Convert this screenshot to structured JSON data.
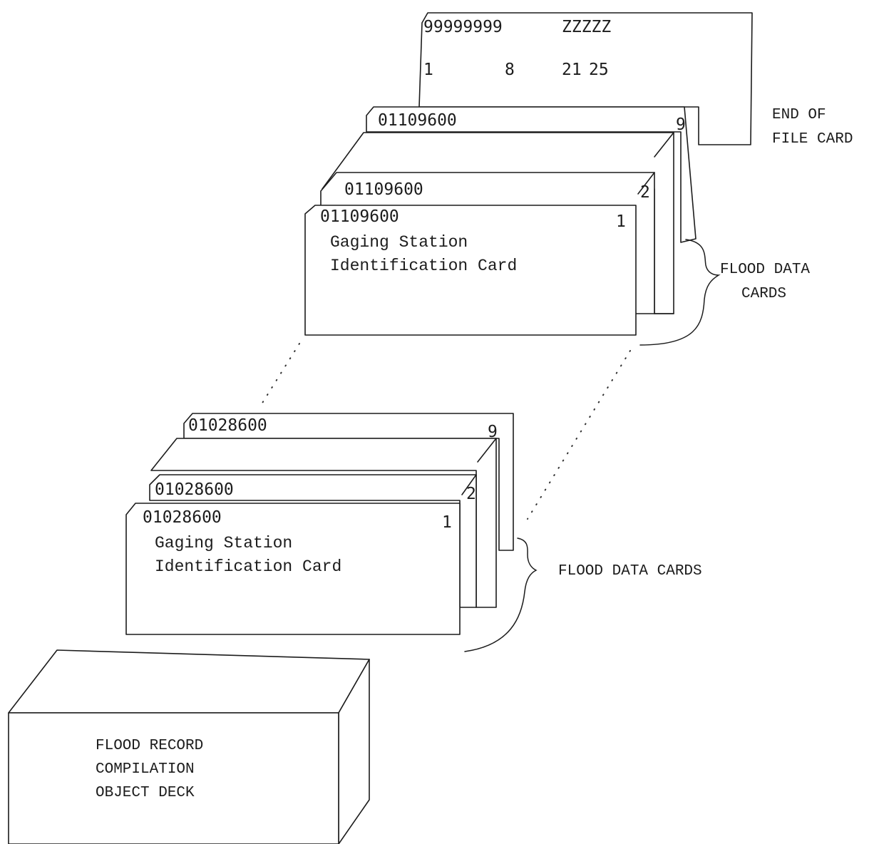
{
  "end_of_file_card": {
    "field_values": [
      "99999999",
      "ZZZZZ"
    ],
    "column_markers": [
      "1",
      "8",
      "21",
      "25"
    ],
    "label_lines": [
      "END OF",
      "FILE CARD"
    ]
  },
  "upper_deck": {
    "station_number": "01109600",
    "card_numbers": [
      "9",
      "2",
      "1"
    ],
    "card_title_lines": [
      "Gaging Station",
      "Identification Card"
    ],
    "bracket_label_lines": [
      "FLOOD DATA",
      "CARDS"
    ]
  },
  "lower_deck": {
    "station_number": "01028600",
    "card_numbers": [
      "9",
      "2",
      "1"
    ],
    "card_title_lines": [
      "Gaging Station",
      "Identification Card"
    ],
    "bracket_label": "FLOOD DATA CARDS"
  },
  "object_deck": {
    "label_lines": [
      "FLOOD RECORD",
      "COMPILATION",
      "OBJECT DECK"
    ]
  }
}
